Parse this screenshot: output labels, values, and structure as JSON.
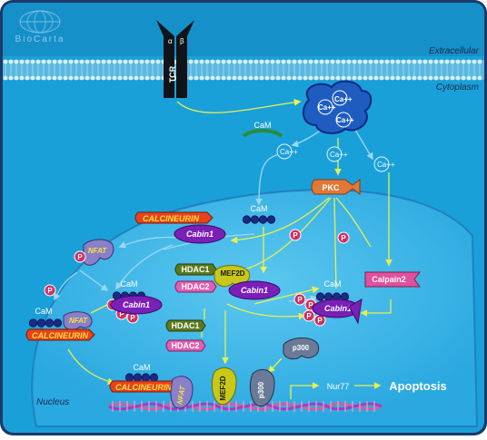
{
  "logo": {
    "text": "BioCarta"
  },
  "regions": {
    "extracellular": "Extracellular",
    "cytoplasm": "Cytoplasm",
    "nucleus": "Nucleus"
  },
  "receptor": {
    "name": "TCR",
    "alpha": "α",
    "beta": "β"
  },
  "calcium": {
    "store": [
      "Ca++",
      "Ca++",
      "Ca++"
    ],
    "free_left": "Ca++",
    "free_center": "Ca++",
    "free_right": "Ca++"
  },
  "cam": {
    "top": "CaM",
    "mid": "CaM",
    "left_complex": "CaM",
    "cabin_complex": "CaM",
    "right_complex": "CaM",
    "dna_complex": "CaM"
  },
  "labels": {
    "pkc": "PKC",
    "calcineurin_top": "CALCINEURIN",
    "cabin1_top": "Cabin1",
    "nfat_cyto": "NFAT",
    "p_cyto": "P",
    "p_nucleus_left": "P",
    "p_mid_1": "P",
    "p_mid_2": "P",
    "p_mid_3": "P",
    "nfat_left": "NFAT",
    "calcineurin_left": "CALCINEURIN",
    "cabin1_left": "Cabin1",
    "p_cabin_a": "P",
    "p_cabin_b": "P",
    "p_cabin_c": "P",
    "hdac1_center": "HDAC1",
    "hdac2_center": "HDAC2",
    "mef2d_center": "MEF2D",
    "cabin1_center": "Cabin1",
    "hdac1_lower": "HDAC1",
    "hdac2_lower": "HDAC2",
    "calpain2": "Calpain2",
    "cabin1_right": "Cabin1",
    "p_right_a": "P",
    "p_right_b": "P",
    "p_right_c": "P",
    "p300_upper": "p300",
    "calcineurin_dna": "CALCINEURIN",
    "nfat_dna": "NFAT",
    "mef2d_dna": "MEF2D",
    "p300_dna": "p300",
    "nur77": "Nur77",
    "apoptosis": "Apoptosis"
  },
  "colors": {
    "background": "#1aa0d8",
    "extracellular": "#1590c8",
    "nucleus": "#3fb7e8",
    "calcineurin": "#e8421c",
    "cabin1": "#7a1fb8",
    "hdac1": "#5c7a1c",
    "hdac2": "#e060b0",
    "mef2d": "#c8c81a",
    "pkc": "#e07838",
    "calpain2": "#e0509c",
    "nfat": "#8a80c8",
    "p300": "#6a7a98",
    "phosphate": "#d03060",
    "arrow": "#e8f050"
  }
}
